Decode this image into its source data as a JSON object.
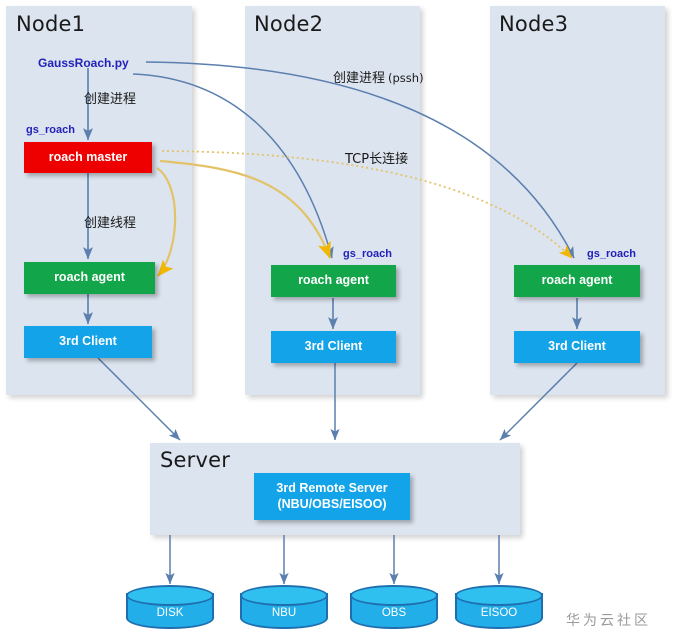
{
  "diagram": {
    "title_hidden": "",
    "watermark": "华为云社区",
    "colors": {
      "panel": "#dce4ef",
      "master": "#ee0000",
      "agent": "#13a54a",
      "client": "#13a3e8",
      "arrow_blue": "#5b7fae",
      "arrow_gold": "#e3c36a",
      "caption_blue": "#2222bb"
    }
  },
  "nodes": [
    {
      "id": "node1",
      "title": "Node1",
      "entry_label": "GaussRoach.py",
      "process_label": "创建进程",
      "thread_label": "创建线程",
      "master_caption": "gs_roach",
      "master": "roach master",
      "agent": "roach agent",
      "client": "3rd Client"
    },
    {
      "id": "node2",
      "title": "Node2",
      "agent_caption": "gs_roach",
      "agent": "roach agent",
      "client": "3rd Client"
    },
    {
      "id": "node3",
      "title": "Node3",
      "agent_caption": "gs_roach",
      "agent": "roach agent",
      "client": "3rd Client"
    }
  ],
  "annotations": {
    "remote_process": "创建进程",
    "remote_process_proto": "(pssh)",
    "tcp_long_connection": "TCP长连接"
  },
  "server": {
    "title": "Server",
    "remote_box_line1": "3rd Remote Server",
    "remote_box_line2": "(NBU/OBS/EISOO)"
  },
  "storage": [
    {
      "label": "DISK"
    },
    {
      "label": "NBU"
    },
    {
      "label": "OBS"
    },
    {
      "label": "EISOO"
    }
  ]
}
